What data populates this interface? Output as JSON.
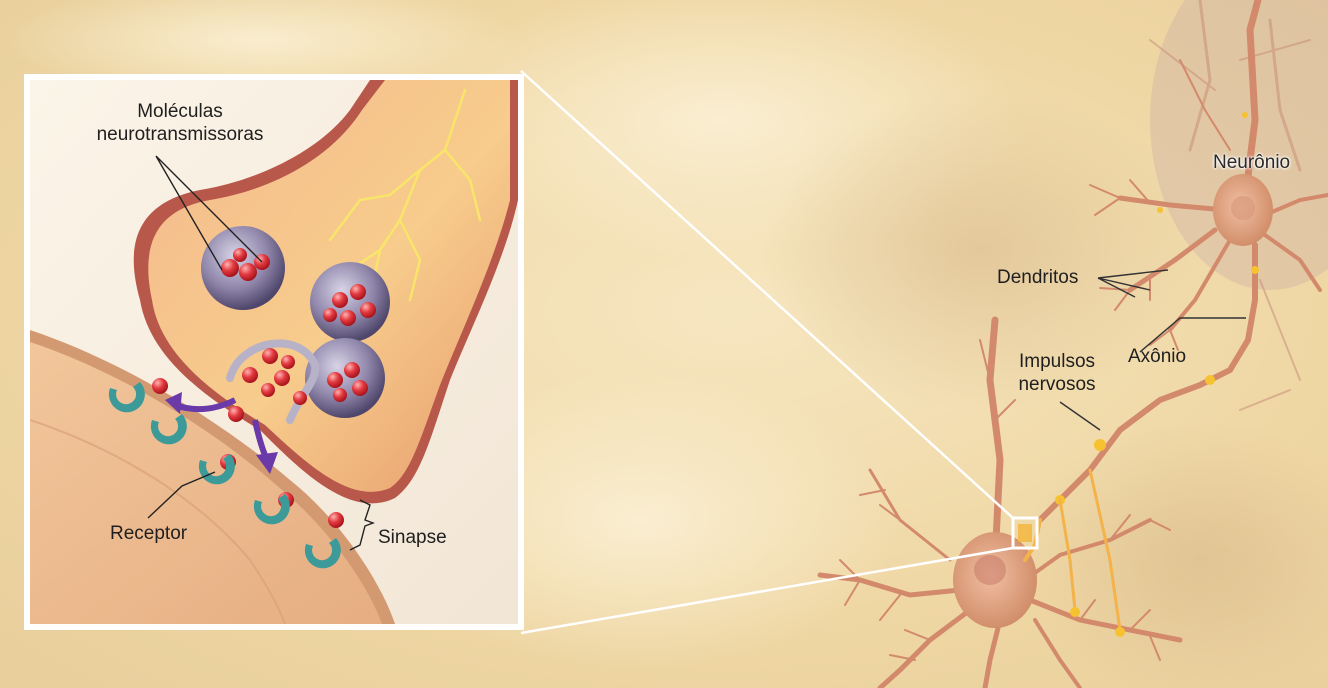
{
  "labels": {
    "molecules_line1": "Moléculas",
    "molecules_line2": "neurotransmissoras",
    "receptor": "Receptor",
    "synapse": "Sinapse",
    "neuron": "Neurônio",
    "dendrites": "Dendritos",
    "axon": "Axônio",
    "impulses_line1": "Impulsos",
    "impulses_line2": "nervosos"
  },
  "colors": {
    "background": "#f1ddb0",
    "inset_frame": "#ffffff",
    "neuron_body": "#e2a07c",
    "axon_terminal": "#c9674f",
    "vesicle": "#8a7fa0",
    "neurotransmitter": "#e0303a",
    "receptor": "#3c9a98",
    "impulse": "#f7c230",
    "arrow": "#6a3aa8"
  }
}
